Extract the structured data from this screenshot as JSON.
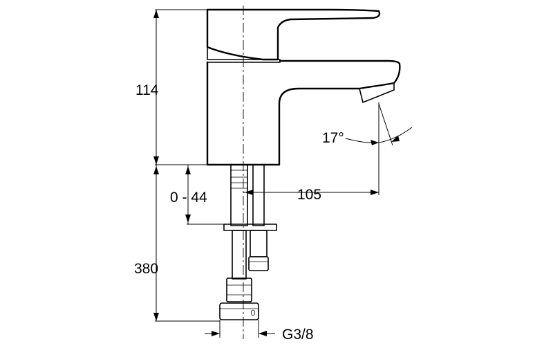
{
  "dimensions": {
    "height_lever": "114",
    "height_total": "380",
    "adjust_range": "0 - 44",
    "spout_reach": "105",
    "spout_angle": "17°",
    "connection_thread": "G3/8"
  }
}
